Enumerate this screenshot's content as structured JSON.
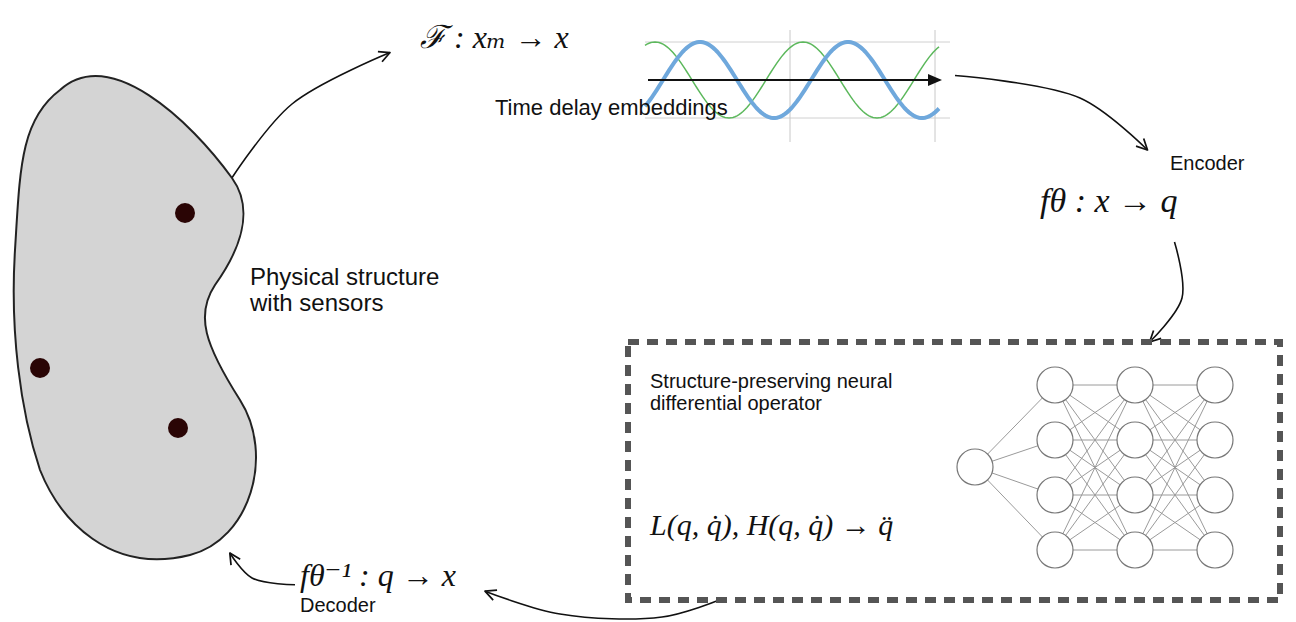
{
  "diagram": {
    "nodes": [
      {
        "text": [
          "Physical structure with sensors"
        ]
      },
      {
        "text": [
          "ℱ : xₘ → x",
          "Time delay embeddings"
        ]
      },
      {
        "text": [
          "Encoder",
          "fθ : x → q"
        ]
      },
      {
        "text": [
          "Structure-preserving neural differential operator",
          "L(q, q̇), H(q, q̇) → q̈"
        ]
      },
      {
        "text": [
          "fθ⁻¹ : q → x",
          "Decoder"
        ]
      }
    ],
    "edges": [
      {
        "from": 0,
        "to": 1,
        "arrow": "to"
      },
      {
        "from": 1,
        "to": 2,
        "arrow": "to"
      },
      {
        "from": 2,
        "to": 3,
        "arrow": "to"
      },
      {
        "from": 3,
        "to": 4,
        "arrow": "to"
      },
      {
        "from": 4,
        "to": 0,
        "arrow": "to"
      }
    ]
  }
}
